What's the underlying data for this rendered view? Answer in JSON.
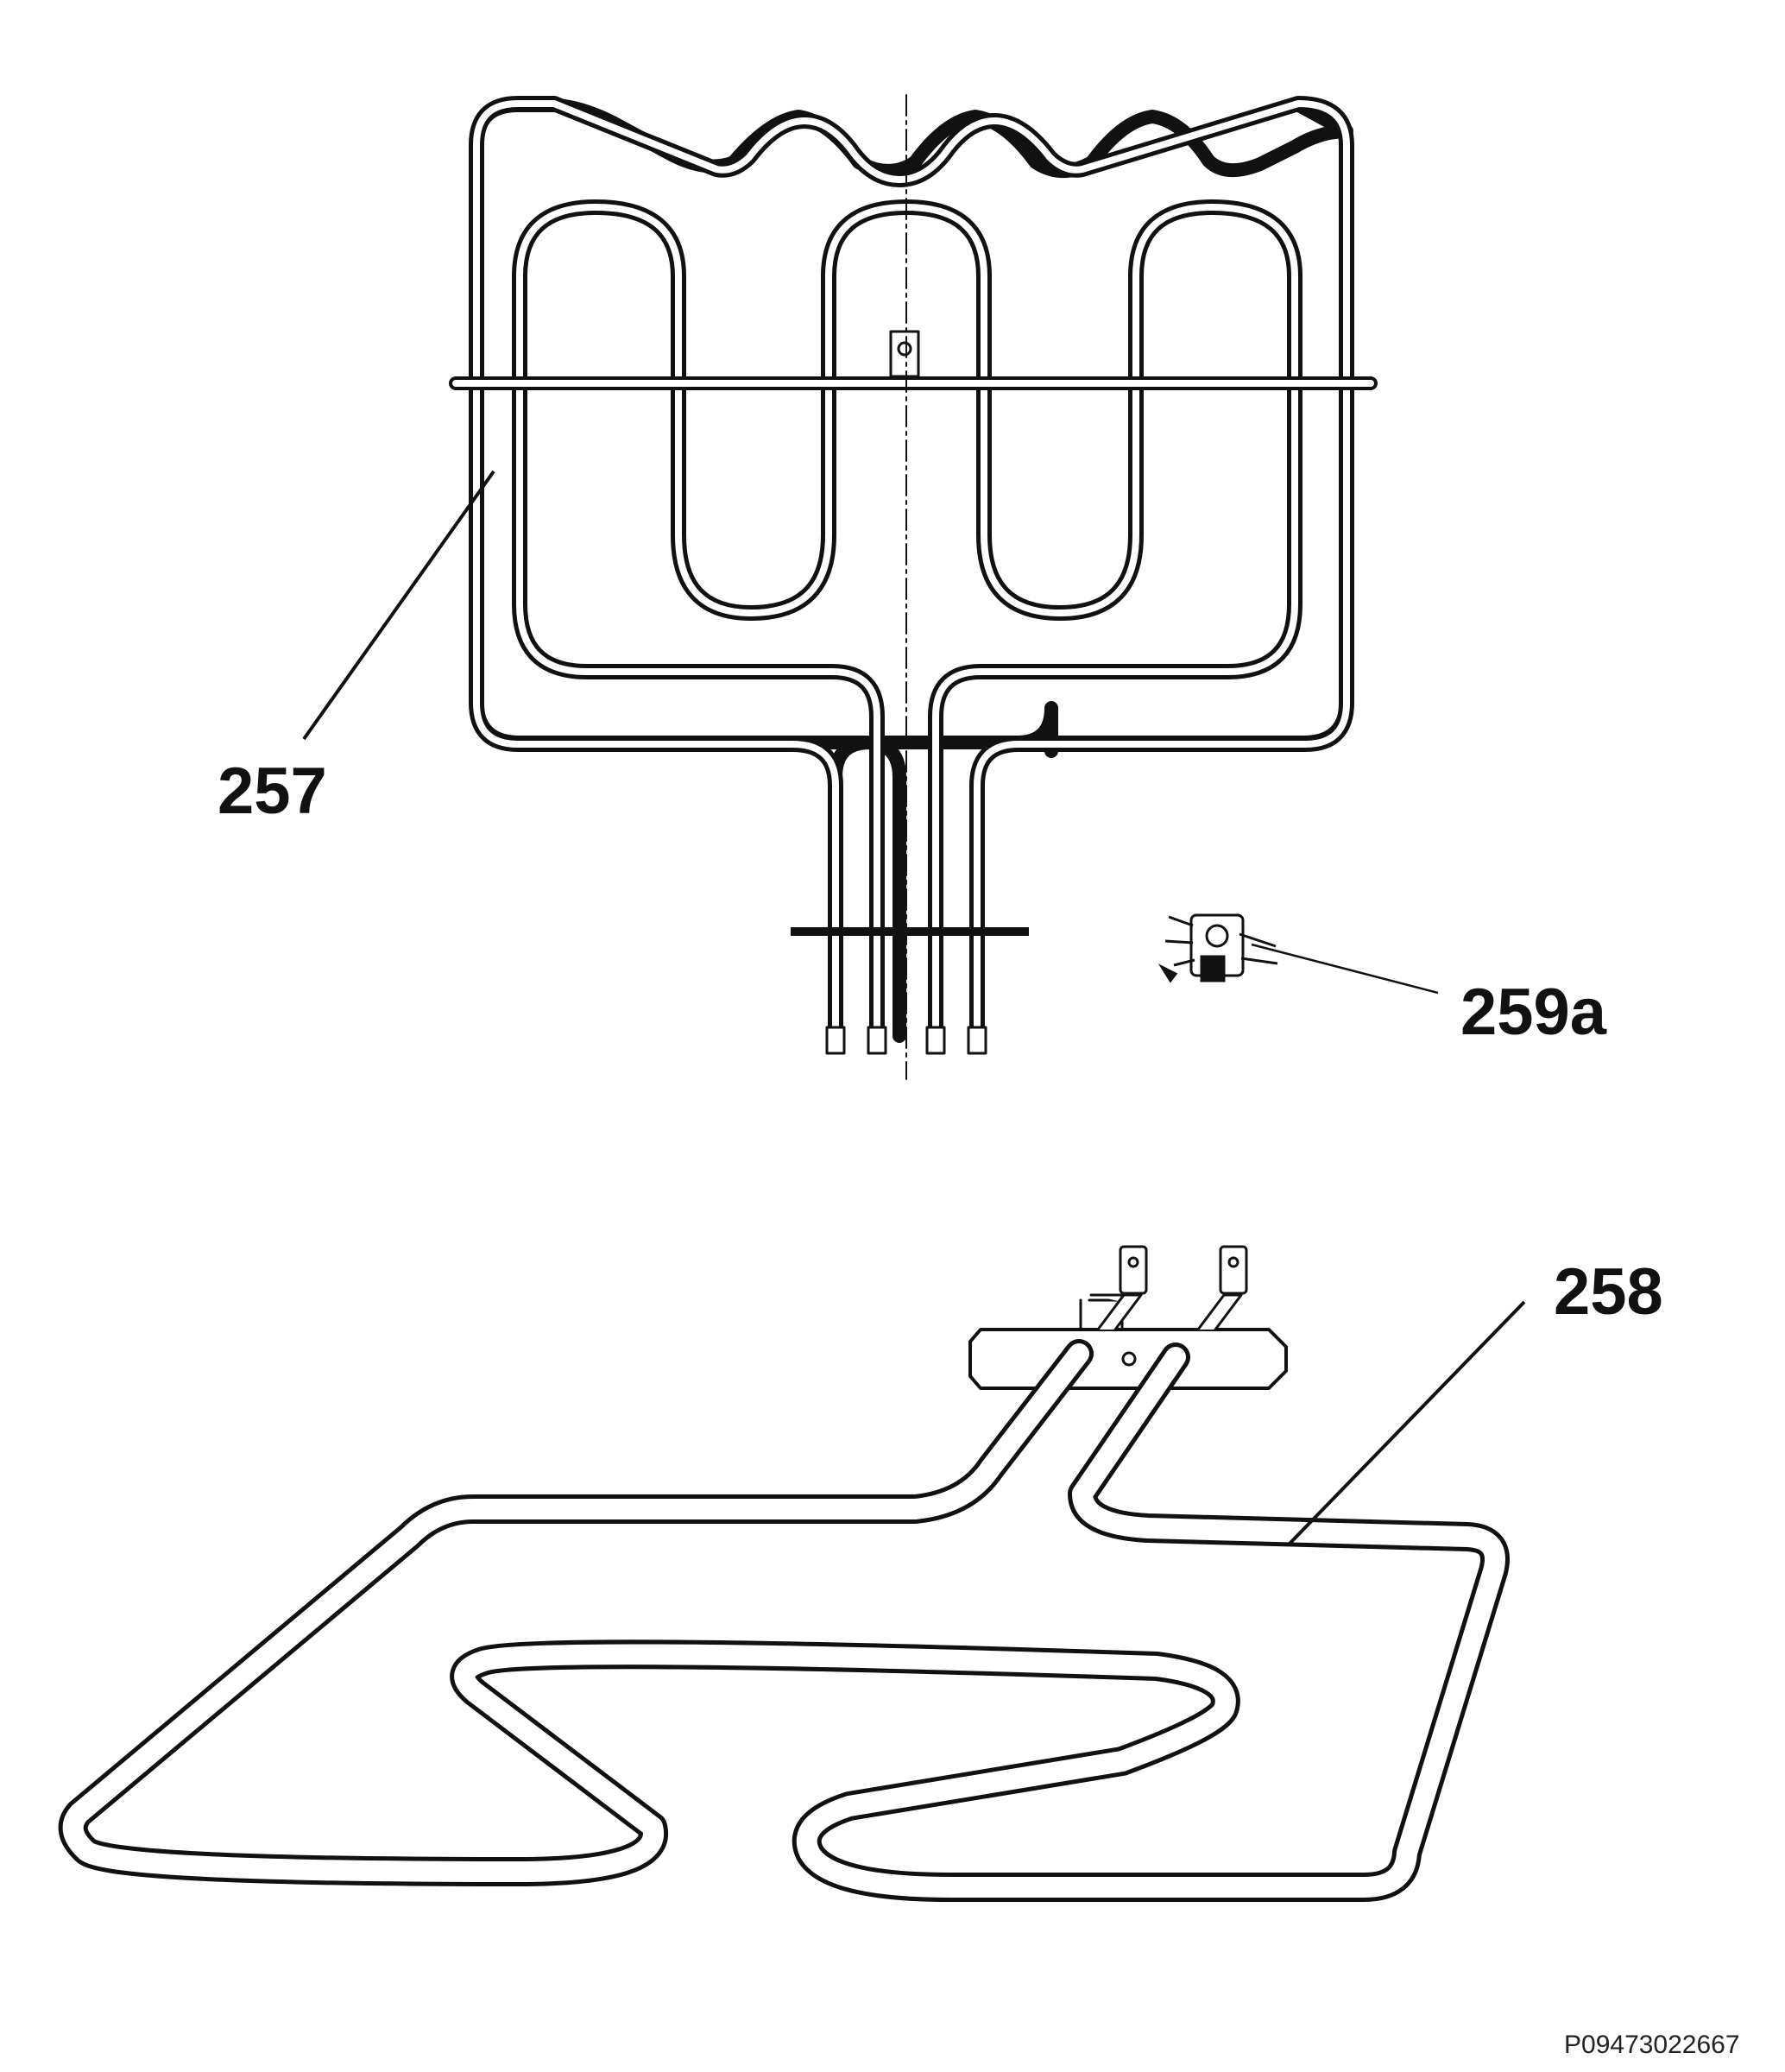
{
  "parts": {
    "upper_grill_element": {
      "callout": "257"
    },
    "lower_bake_element": {
      "callout": "258"
    },
    "thermal_fuse": {
      "callout": "259a"
    }
  },
  "footer": {
    "drawing_code": "P09473022667"
  },
  "colors": {
    "ink": "#111111",
    "background": "#ffffff"
  }
}
